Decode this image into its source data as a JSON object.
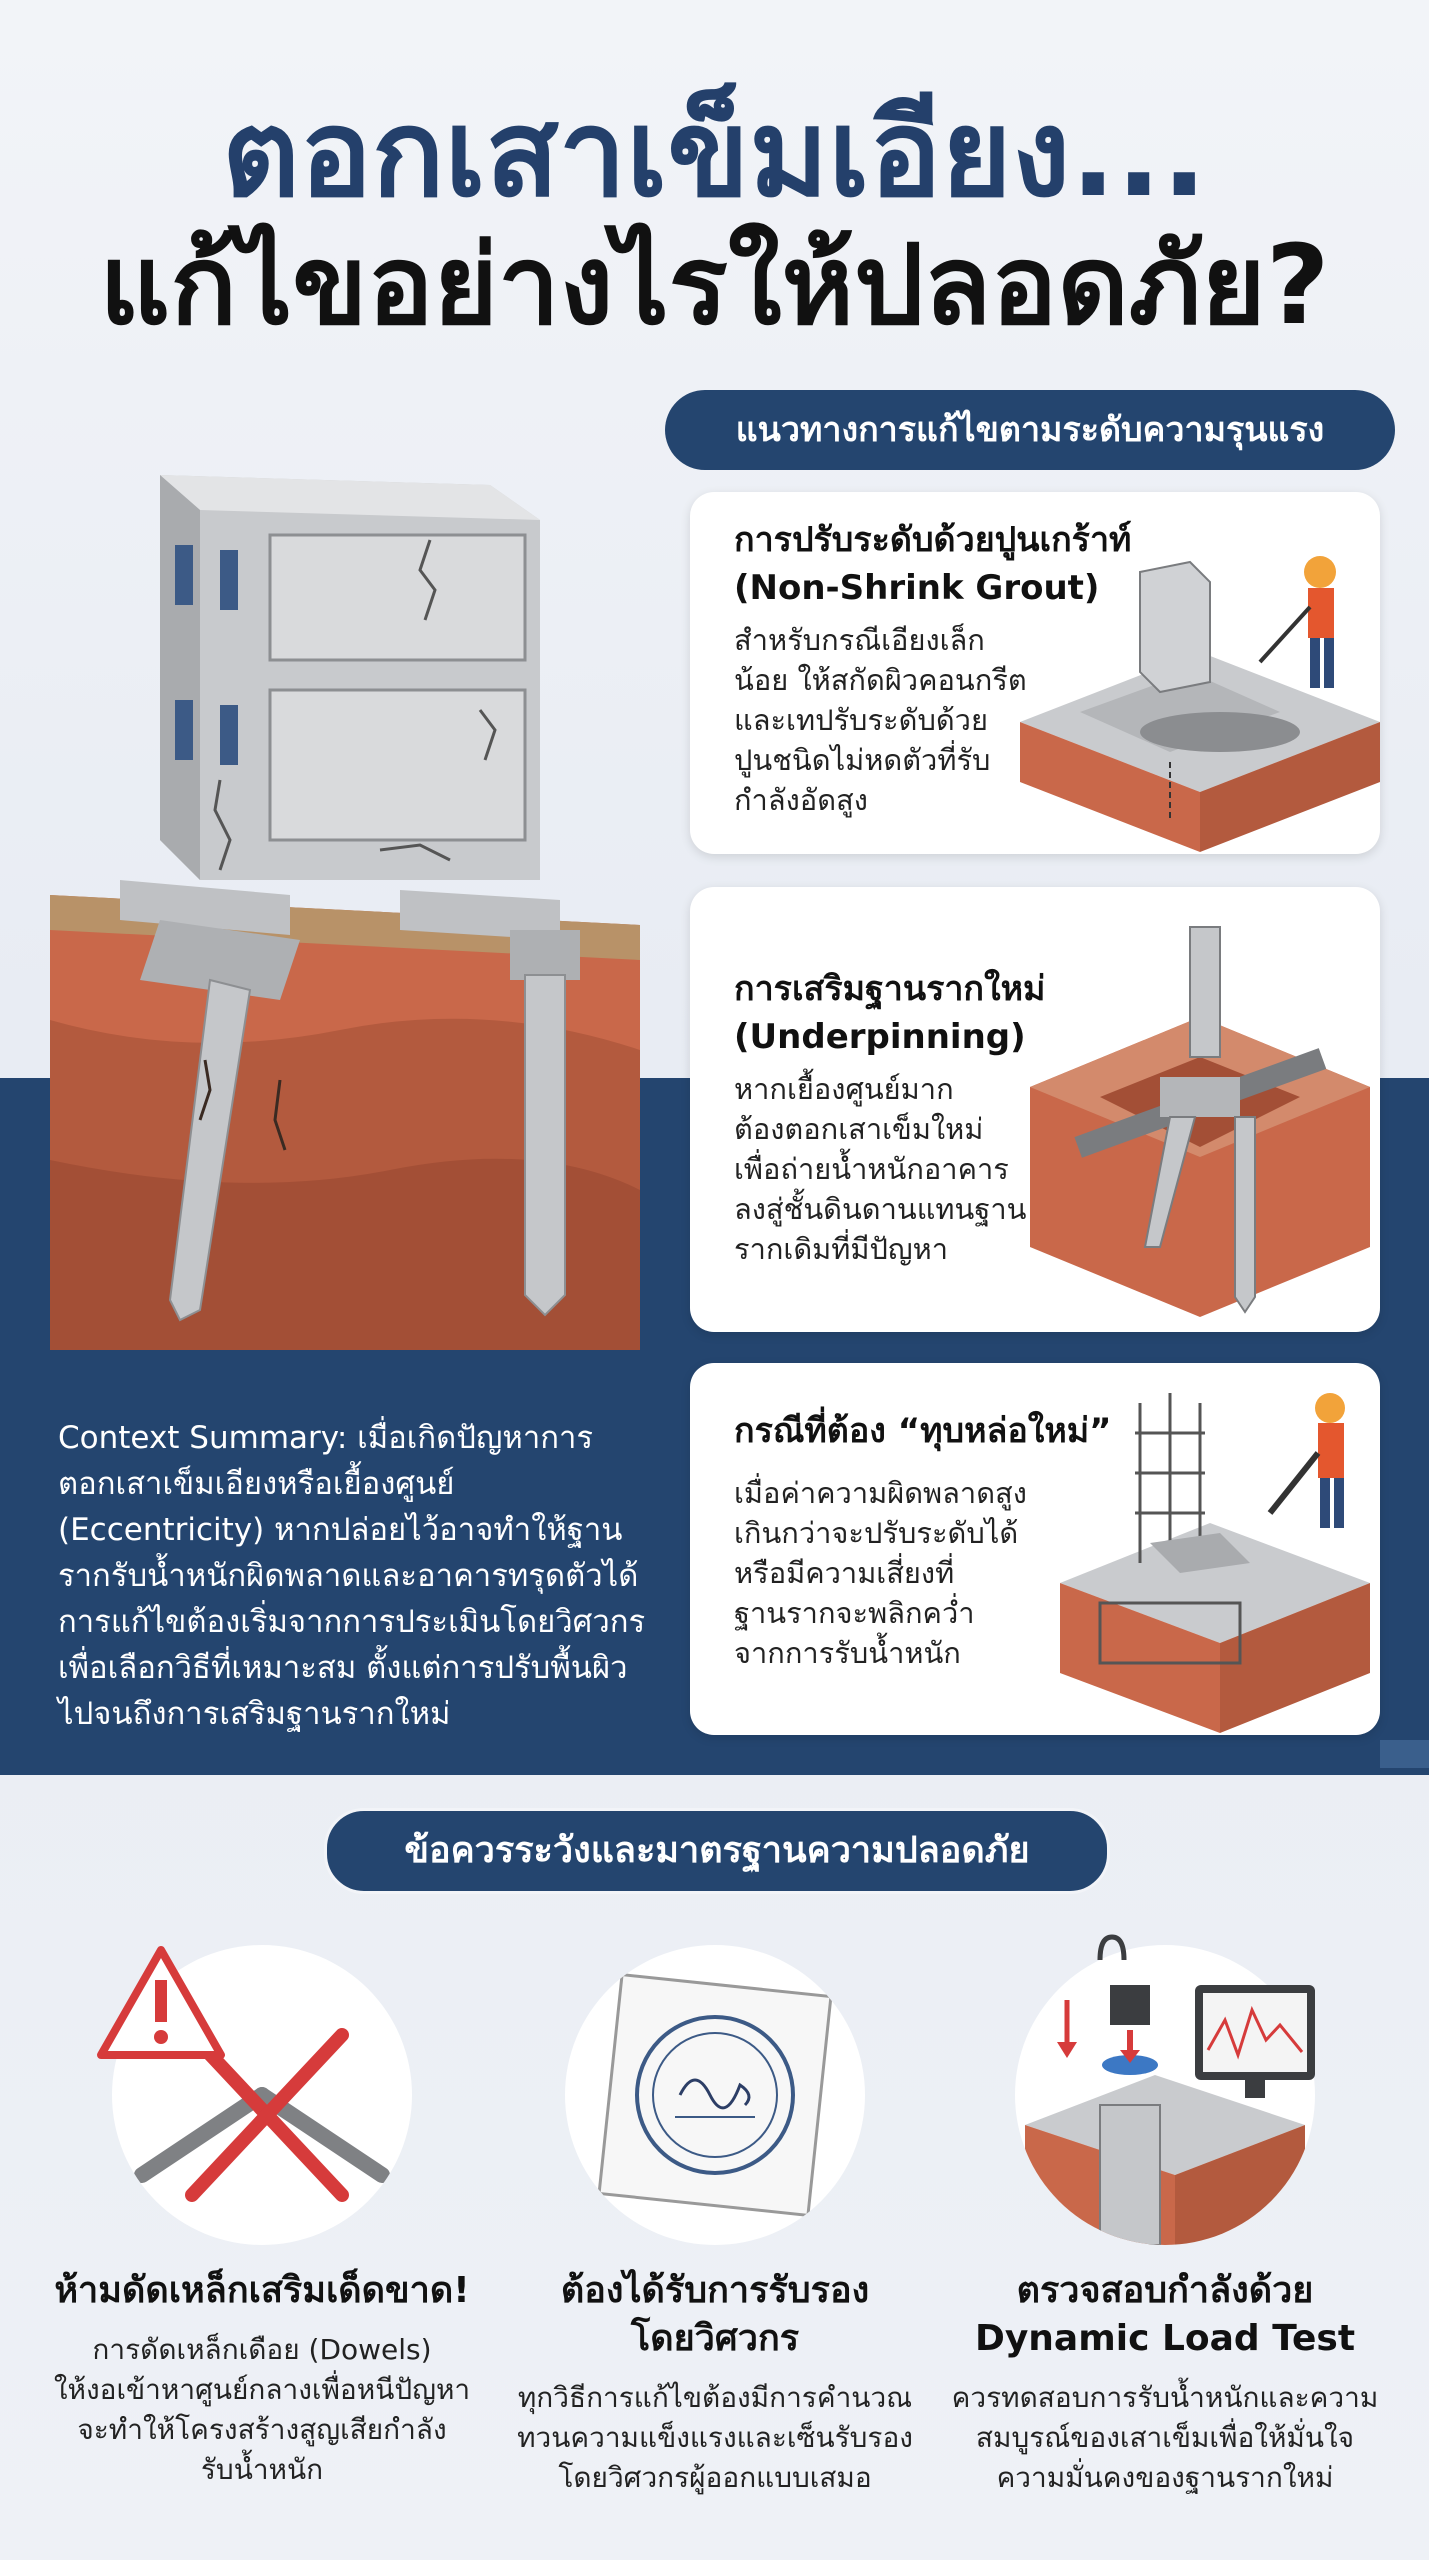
{
  "header": {
    "title_line1": "ตอกเสาเข็มเอียง...",
    "title_line2": "แก้ไขอย่างไรให้ปลอดภัย?"
  },
  "solutions": {
    "heading": "แนวทางการแก้ไขตามระดับความรุนแรง",
    "cards": [
      {
        "title_th": "การปรับระดับด้วยปูนเกร้าท์",
        "title_en": "(Non-Shrink Grout)",
        "body": [
          "สำหรับกรณีเอียงเล็ก",
          "น้อย ให้สกัดผิวคอนกรีต",
          "และเทปรับระดับด้วย",
          "ปูนชนิดไม่หดตัวที่รับ",
          "กำลังอัดสูง"
        ]
      },
      {
        "title_th": "การเสริมฐานรากใหม่",
        "title_en": "(Underpinning)",
        "body": [
          "หากเยื้องศูนย์มาก",
          "ต้องตอกเสาเข็มใหม่",
          "เพื่อถ่ายน้ำหนักอาคาร",
          "ลงสู่ชั้นดินดานแทนฐาน",
          "รากเดิมที่มีปัญหา"
        ]
      },
      {
        "title_th": "กรณีที่ต้อง “ทุบหล่อใหม่”",
        "title_en": "",
        "body": [
          "เมื่อค่าความผิดพลาดสูง",
          "เกินกว่าจะปรับระดับได้",
          "หรือมีความเสี่ยงที่",
          "ฐานรากจะพลิกคว่ำ",
          "จากการรับน้ำหนัก"
        ]
      }
    ]
  },
  "summary": {
    "lines": [
      "Context Summary: เมื่อเกิดปัญหาการ",
      "ตอกเสาเข็มเอียงหรือเยื้องศูนย์",
      "(Eccentricity) หากปล่อยไว้อาจทำให้ฐาน",
      "รากรับน้ำหนักผิดพลาดและอาคารทรุดตัวได้",
      "การแก้ไขต้องเริ่มจากการประเมินโดยวิศวกร",
      "เพื่อเลือกวิธีที่เหมาะสม ตั้งแต่การปรับพื้นผิว",
      "ไปจนถึงการเสริมฐานรากใหม่"
    ]
  },
  "safety": {
    "heading": "ข้อควรระวังและมาตรฐานความปลอดภัย",
    "items": [
      {
        "title": [
          "ห้ามดัดเหล็กเสริมเด็ดขาด!"
        ],
        "body": [
          "การดัดเหล็กเดือย (Dowels)",
          "ให้งอเข้าหาศูนย์กลางเพื่อหนีปัญหา",
          "จะทำให้โครงสร้างสูญเสียกำลัง",
          "รับน้ำหนัก"
        ]
      },
      {
        "title": [
          "ต้องได้รับการรับรอง",
          "โดยวิศวกร"
        ],
        "body": [
          "ทุกวิธีการแก้ไขต้องมีการคำนวณ",
          "ทวนความแข็งแรงและเซ็นรับรอง",
          "โดยวิศวกรผู้ออกแบบเสมอ"
        ]
      },
      {
        "title": [
          "ตรวจสอบกำลังด้วย",
          "Dynamic Load Test"
        ],
        "body": [
          "ควรทดสอบการรับน้ำหนักและความ",
          "สมบูรณ์ของเสาเข็มเพื่อให้มั่นใจ",
          "ความมั่นคงของฐานรากใหม่"
        ]
      }
    ]
  },
  "colors": {
    "navy": "#24456f",
    "title_blue": "#24406b",
    "soil": "#c9684a",
    "warning_red": "#d63b3b"
  }
}
